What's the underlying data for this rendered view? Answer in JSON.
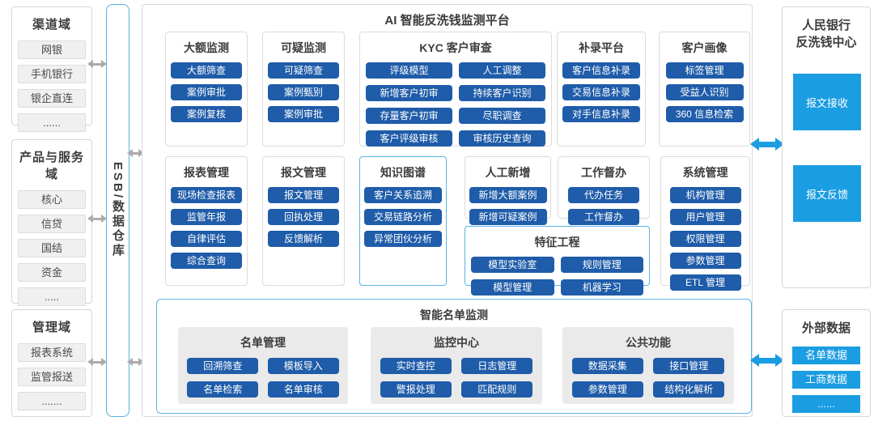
{
  "colors": {
    "dark_blue_button": "#1f5ca9",
    "bright_blue": "#1b9de2",
    "cyan_border": "#5ab5e4",
    "gray_border": "#d6d6d6",
    "gray_arrow": "#ababab",
    "sub_panel_gray": "#eaeaea"
  },
  "left_domains": [
    {
      "title": "渠道域",
      "items": [
        "网银",
        "手机银行",
        "银企直连",
        "......"
      ]
    },
    {
      "title": "产品与服务域",
      "items": [
        "核心",
        "信贷",
        "国结",
        "资金",
        "....."
      ]
    },
    {
      "title": "管理域",
      "items": [
        "报表系统",
        "监管报送",
        "......."
      ]
    }
  ],
  "esb": {
    "label": "ESB/数据仓库"
  },
  "platform": {
    "title": "AI 智能反洗钱监测平台",
    "groups": {
      "large_amount": {
        "title": "大额监测",
        "buttons": [
          "大额筛查",
          "案例审批",
          "案例复核"
        ]
      },
      "suspicious": {
        "title": "可疑监测",
        "buttons": [
          "可疑筛查",
          "案例甄别",
          "案例审批"
        ]
      },
      "kyc": {
        "title": "KYC 客户审查",
        "buttons": [
          "评级模型",
          "人工调整",
          "新增客户初审",
          "持续客户识别",
          "存量客户初审",
          "尽职调查",
          "客户评级审核",
          "审核历史查询"
        ]
      },
      "supplement": {
        "title": "补录平台",
        "buttons": [
          "客户信息补录",
          "交易信息补录",
          "对手信息补录"
        ]
      },
      "profile": {
        "title": "客户画像",
        "buttons": [
          "标签管理",
          "受益人识别",
          "360 信息检索"
        ]
      },
      "report_mgmt": {
        "title": "报表管理",
        "buttons": [
          "现场检查报表",
          "监管年报",
          "自律评估",
          "综合查询"
        ]
      },
      "message_mgmt": {
        "title": "报文管理",
        "buttons": [
          "报文管理",
          "回执处理",
          "反馈解析"
        ]
      },
      "knowledge_graph": {
        "title": "知识图谱",
        "buttons": [
          "客户关系追溯",
          "交易链路分析",
          "异常团伙分析"
        ]
      },
      "manual_add": {
        "title": "人工新增",
        "buttons": [
          "新增大额案例",
          "新增可疑案例"
        ]
      },
      "supervision": {
        "title": "工作督办",
        "buttons": [
          "代办任务",
          "工作督办"
        ]
      },
      "feature_eng": {
        "title": "特征工程",
        "buttons": [
          "模型实验室",
          "规则管理",
          "模型管理",
          "机器学习"
        ]
      },
      "system_mgmt": {
        "title": "系统管理",
        "buttons": [
          "机构管理",
          "用户管理",
          "权限管理",
          "参数管理",
          "ETL 管理"
        ]
      }
    },
    "list_panel": {
      "title": "智能名单监测",
      "groups": {
        "list_mgmt": {
          "title": "名单管理",
          "buttons": [
            "回溯筛查",
            "模板导入",
            "名单检索",
            "名单审核"
          ]
        },
        "monitor_center": {
          "title": "监控中心",
          "buttons": [
            "实时查控",
            "日志管理",
            "警报处理",
            "匹配规则"
          ]
        },
        "common_func": {
          "title": "公共功能",
          "buttons": [
            "数据采集",
            "接口管理",
            "参数管理",
            "结构化解析"
          ]
        }
      }
    }
  },
  "right": {
    "pboc": {
      "title_line1": "人民银行",
      "title_line2": "反洗钱中心",
      "blocks": [
        "报文接收",
        "报文反馈"
      ]
    },
    "external": {
      "title": "外部数据",
      "blocks": [
        "名单数据",
        "工商数据",
        "......"
      ]
    }
  }
}
